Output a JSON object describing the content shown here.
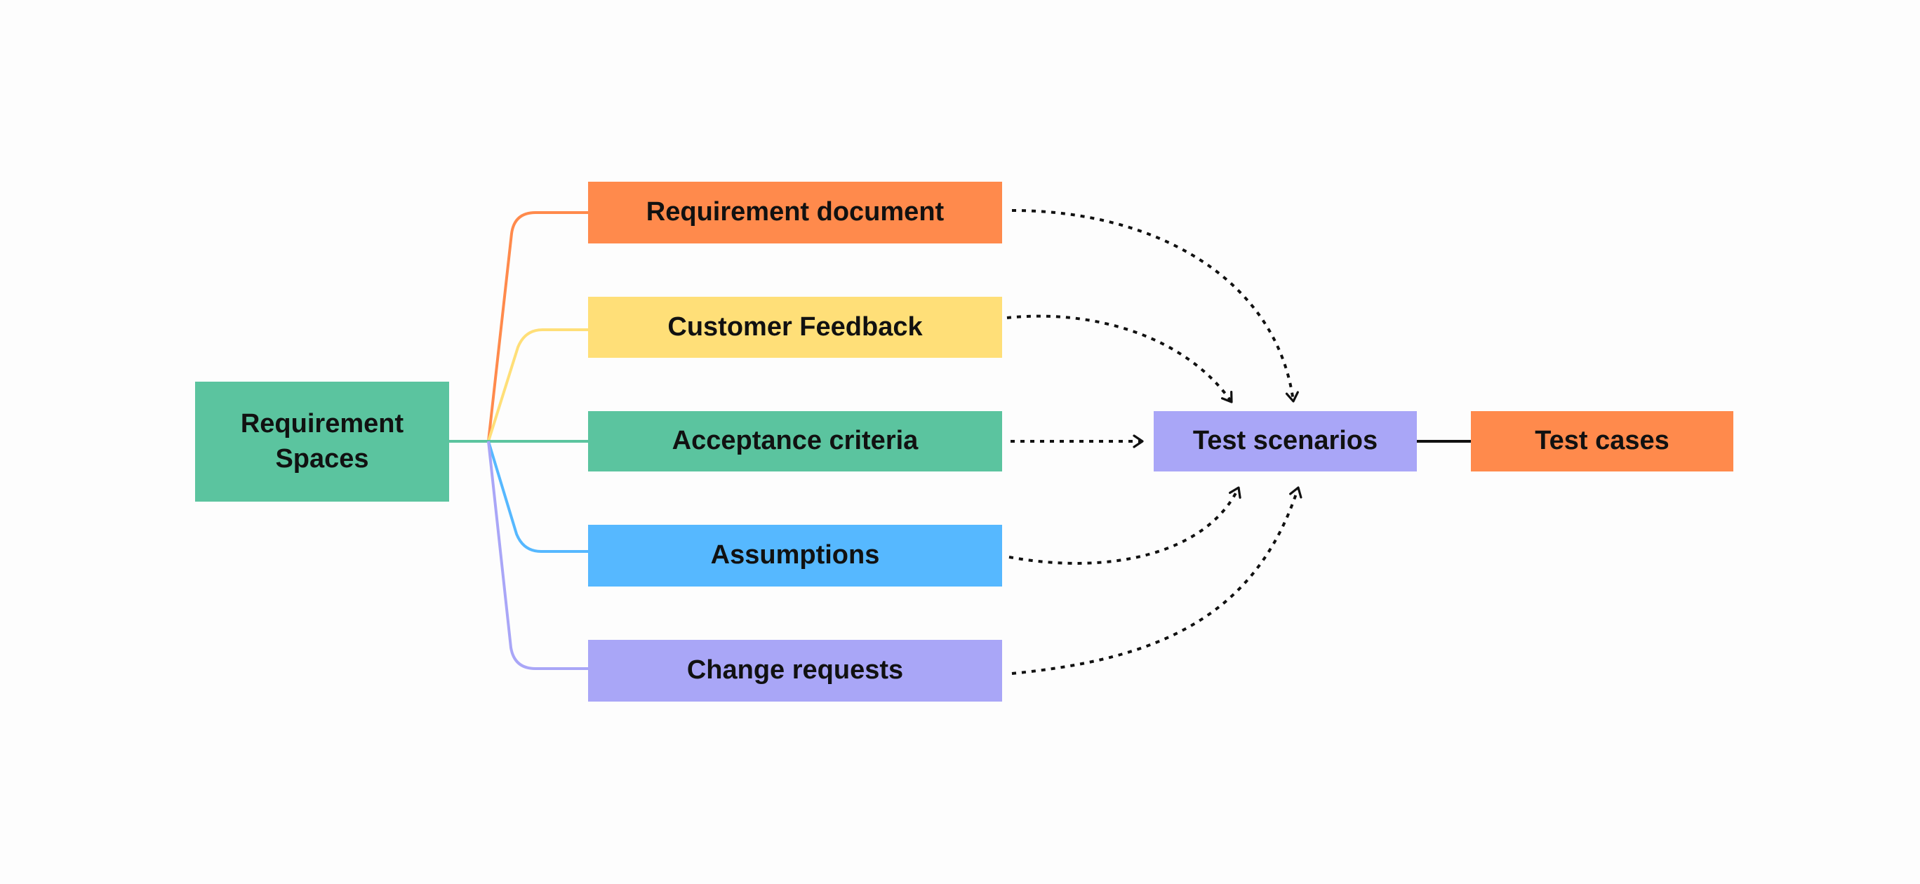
{
  "diagram": {
    "root": {
      "label": "Requirement Spaces",
      "color": "#5bc49f"
    },
    "sources": [
      {
        "id": "requirement-document",
        "label": "Requirement document",
        "color": "#ff8a4c"
      },
      {
        "id": "customer-feedback",
        "label": "Customer Feedback",
        "color": "#ffdf78"
      },
      {
        "id": "acceptance-criteria",
        "label": "Acceptance criteria",
        "color": "#5bc49f"
      },
      {
        "id": "assumptions",
        "label": "Assumptions",
        "color": "#56b8ff"
      },
      {
        "id": "change-requests",
        "label": "Change requests",
        "color": "#a9a6f7"
      }
    ],
    "scenarios": {
      "label": "Test scenarios",
      "color": "#a9a6f7"
    },
    "cases": {
      "label": "Test cases",
      "color": "#ff8a4c"
    }
  }
}
